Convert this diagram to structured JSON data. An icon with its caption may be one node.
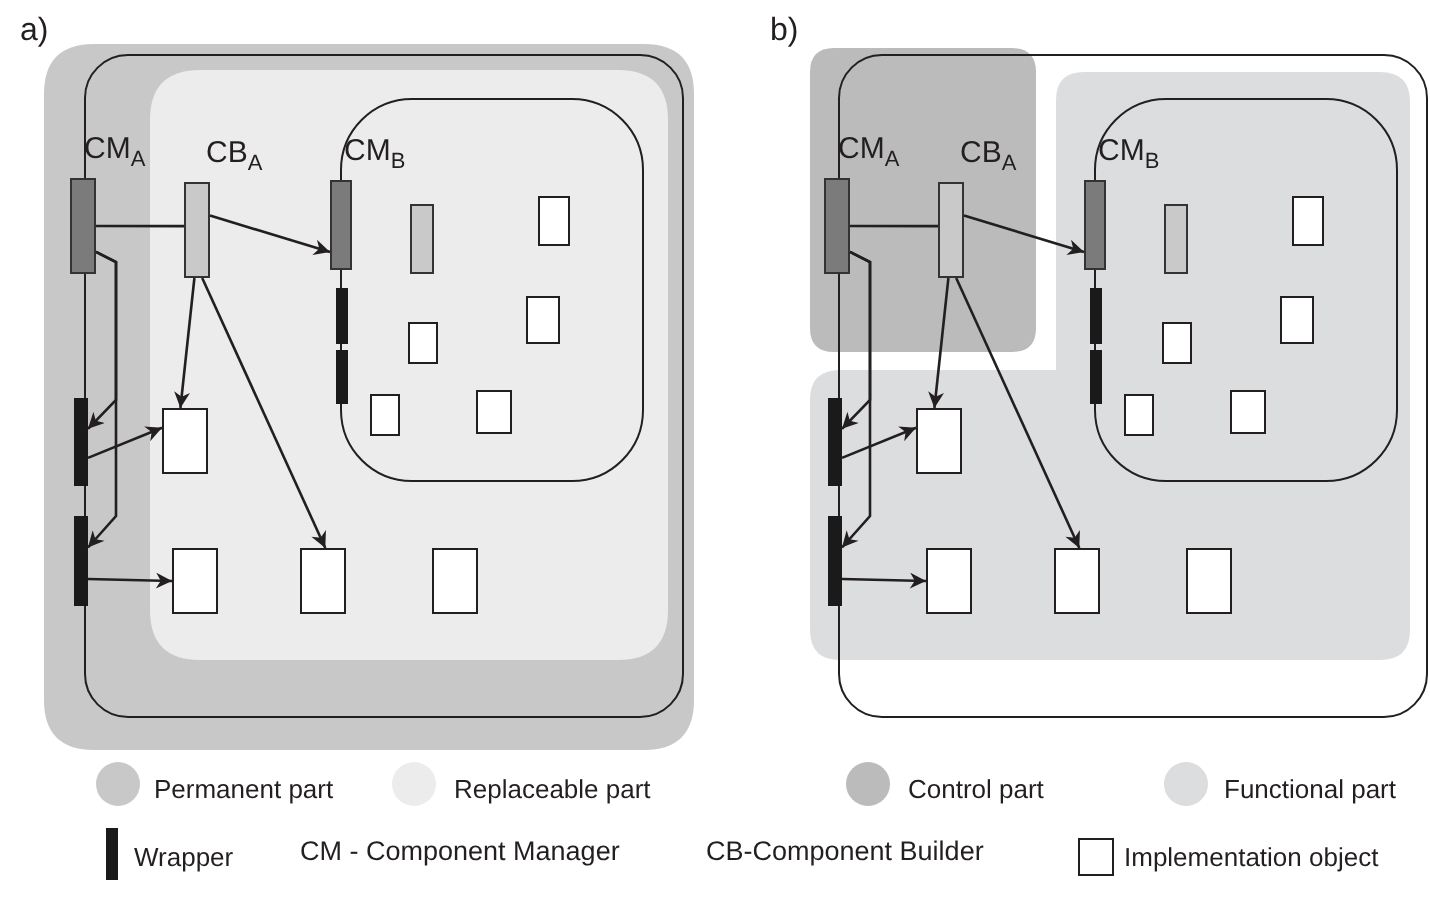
{
  "diagram": {
    "nodes": [
      {
        "text": [],
        "shape": "box"
      },
      {
        "text": [
          "CM$_{A}$"
        ],
        "in": 0
      },
      {
        "text": [
          "CB$_{A}$"
        ],
        "in": 0
      },
      {
        "text": [],
        "shape": "box",
        "in": 0
      },
      {
        "text": [
          "CM$_{B}$"
        ],
        "in": 3
      },
      {
        "text": [],
        "shape": "bar",
        "in": 3
      },
      {
        "text": [],
        "shape": "box",
        "in": 3
      },
      {
        "text": [],
        "shape": "bar",
        "in": 3
      },
      {
        "text": [],
        "shape": "box",
        "in": 3
      },
      {
        "text": [],
        "shape": "box",
        "in": 3
      },
      {
        "text": [],
        "shape": "bar",
        "in": 3
      },
      {
        "text": [],
        "shape": "box",
        "in": 3
      },
      {
        "text": [],
        "shape": "box",
        "in": 3
      },
      {
        "text": [],
        "shape": "bar",
        "in": 0
      },
      {
        "text": [],
        "shape": "box",
        "in": 0
      },
      {
        "text": [],
        "shape": "bar",
        "in": 0
      },
      {
        "text": [],
        "shape": "box",
        "in": 0
      },
      {
        "text": [],
        "shape": "box",
        "in": 0
      },
      {
        "text": [],
        "shape": "box",
        "in": 0
      },
      {
        "text": [],
        "shape": "box"
      },
      {
        "text": [
          "CM$_{A}$"
        ],
        "in": 19
      },
      {
        "text": [
          "CB$_{A}$"
        ],
        "in": 19
      },
      {
        "text": [],
        "shape": "box",
        "in": 19
      },
      {
        "text": [
          "CM$_{B}$"
        ],
        "in": 22
      },
      {
        "text": [],
        "shape": "bar",
        "in": 22
      },
      {
        "text": [],
        "shape": "box",
        "in": 22
      },
      {
        "text": [],
        "shape": "bar",
        "in": 22
      },
      {
        "text": [],
        "shape": "box",
        "in": 22
      },
      {
        "text": [],
        "shape": "box",
        "in": 22
      },
      {
        "text": [],
        "shape": "bar",
        "in": 22
      },
      {
        "text": [],
        "shape": "box",
        "in": 22
      },
      {
        "text": [],
        "shape": "box",
        "in": 22
      },
      {
        "text": [],
        "shape": "bar",
        "in": 19
      },
      {
        "text": [],
        "shape": "box",
        "in": 19
      },
      {
        "text": [],
        "shape": "bar",
        "in": 19
      },
      {
        "text": [],
        "shape": "box",
        "in": 19
      },
      {
        "text": [],
        "shape": "box",
        "in": 19
      },
      {
        "text": [],
        "shape": "box",
        "in": 19
      }
    ],
    "edges": [
      {
        "from": 1,
        "to": 2,
        "arrow": "none"
      },
      {
        "from": 2,
        "to": 4,
        "arrow": "to"
      },
      {
        "from": 2,
        "to": 14,
        "arrow": "to"
      },
      {
        "from": 2,
        "to": 17,
        "arrow": "to"
      },
      {
        "from": 1,
        "to": 13,
        "arrow": "to"
      },
      {
        "from": 1,
        "to": 15,
        "arrow": "to"
      },
      {
        "from": 13,
        "to": 14,
        "arrow": "to"
      },
      {
        "from": 15,
        "to": 16,
        "arrow": "to"
      },
      {
        "from": 20,
        "to": 21,
        "arrow": "none"
      },
      {
        "from": 21,
        "to": 23,
        "arrow": "to"
      },
      {
        "from": 21,
        "to": 33,
        "arrow": "to"
      },
      {
        "from": 21,
        "to": 36,
        "arrow": "to"
      },
      {
        "from": 20,
        "to": 32,
        "arrow": "to"
      },
      {
        "from": 20,
        "to": 34,
        "arrow": "to"
      },
      {
        "from": 32,
        "to": 33,
        "arrow": "to"
      },
      {
        "from": 34,
        "to": 35,
        "arrow": "to"
      }
    ],
    "labels": [
      "a)",
      "b)",
      "CM - Component Manager",
      "CB-Component Builder"
    ],
    "legend": [
      {
        "text": "Permanent part",
        "color": "#c8c8c9"
      },
      {
        "text": "Replaceable part",
        "color": "#ececec"
      },
      {
        "text": "Control part",
        "color": "#bbbbbc"
      },
      {
        "text": "Functional part",
        "color": "#dcdddf"
      },
      {
        "text": "Wrapper"
      },
      {
        "text": "Implementation object"
      }
    ]
  }
}
